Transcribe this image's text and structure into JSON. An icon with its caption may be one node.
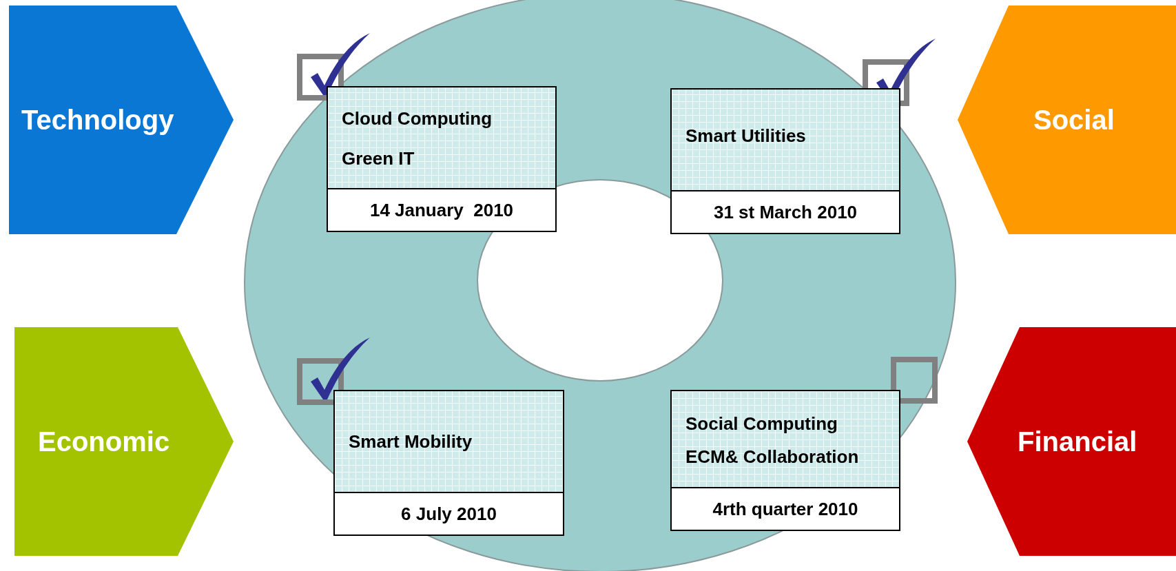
{
  "diagram": {
    "nodes": [
      {
        "text": [
          "Technology"
        ]
      },
      {
        "text": [],
        "shape": "check"
      },
      {
        "text": [
          "Cloud Computing",
          "Green IT",
          "14 January  2010"
        ]
      },
      {
        "text": [],
        "shape": "check"
      },
      {
        "text": [
          "Smart Utilities",
          "31 st March 2010"
        ]
      },
      {
        "text": [
          "Social"
        ]
      },
      {
        "text": [
          "Economic"
        ]
      },
      {
        "text": [],
        "shape": "check"
      },
      {
        "text": [
          "Smart Mobility",
          "6 July 2010"
        ]
      },
      {
        "text": [],
        "shape": "box"
      },
      {
        "text": [
          "Social Computing",
          "ECM& Collaboration",
          "4rth quarter 2010"
        ]
      },
      {
        "text": [
          "Financial"
        ]
      }
    ]
  }
}
